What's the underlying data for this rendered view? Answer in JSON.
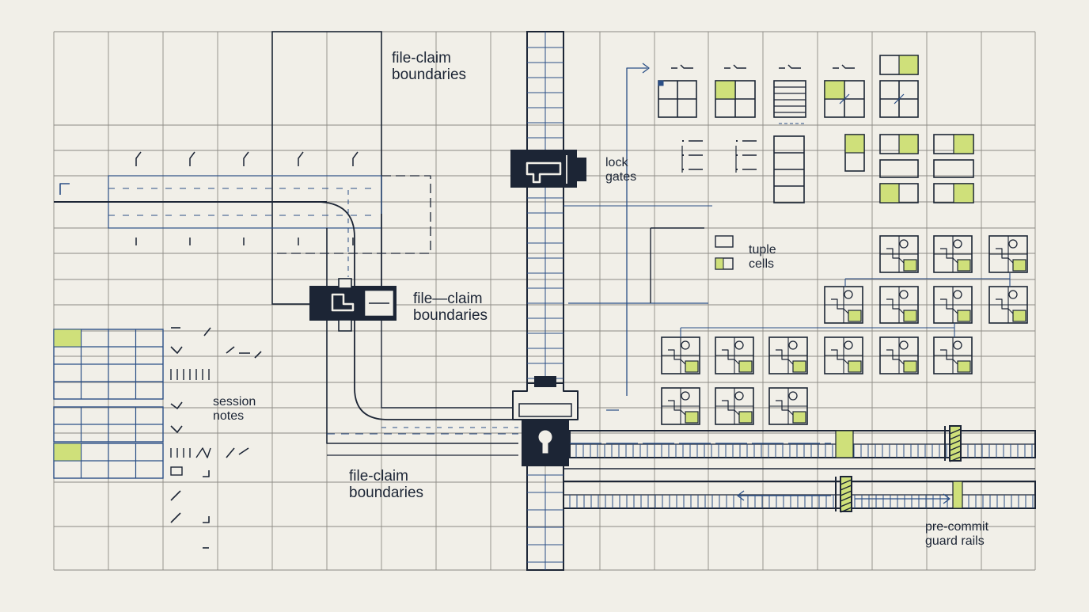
{
  "colors": {
    "background": "#f1efe8",
    "grid_line": "#8c8a84",
    "ink_navy": "#1c2535",
    "accent_blue": "#2b4f86",
    "highlight_green": "#cfe07a"
  },
  "labels": {
    "file_claim_top": {
      "line1": "file-claim",
      "line2": "boundaries"
    },
    "file_claim_mid": {
      "line1": "file—claim",
      "line2": "boundaries"
    },
    "file_claim_bottom": {
      "line1": "file-claim",
      "line2": "boundaries"
    },
    "lock_gates": {
      "line1": "lock",
      "line2": "gates"
    },
    "tuple_cells": {
      "line1": "tuple",
      "line2": "cells"
    },
    "session_notes": {
      "line1": "session",
      "line2": "notes"
    },
    "pre_commit": {
      "line1": "pre-commit",
      "line2": "guard rails"
    }
  },
  "icons": [
    "padlock-gate-icon",
    "valve-gate-icon",
    "keyhole-lock-icon",
    "guard-rail-marker-icon"
  ]
}
